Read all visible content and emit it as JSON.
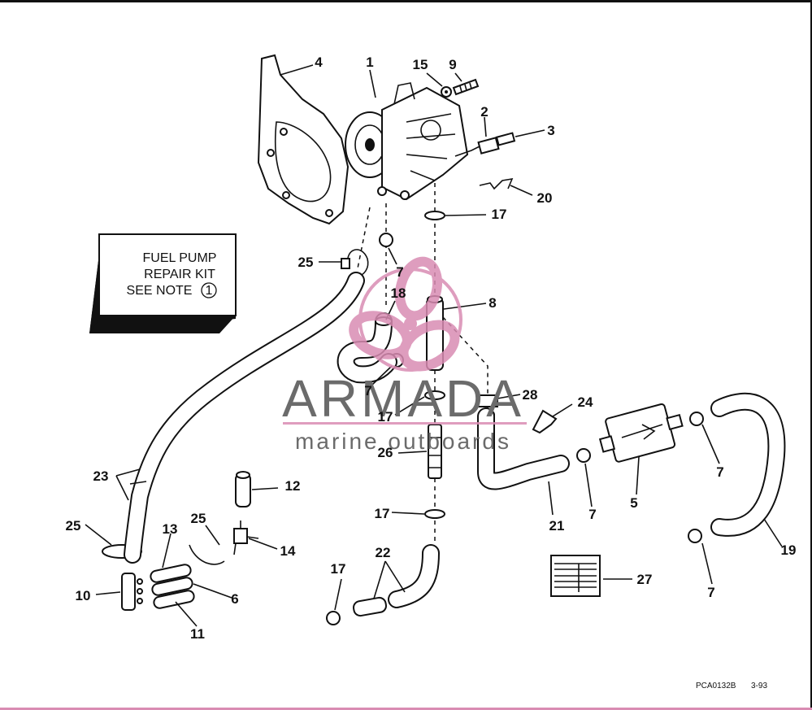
{
  "note_box": {
    "line1": "FUEL PUMP",
    "line2": "REPAIR KIT",
    "line3": "SEE NOTE",
    "note_number": "1"
  },
  "watermark": {
    "brand": "ARMADA",
    "tagline": "marine outboards",
    "accent_color": "#d98cb3"
  },
  "drawing_code": "PCA0132B",
  "drawing_date": "3-93",
  "callouts": {
    "c1": "1",
    "c2": "2",
    "c3": "3",
    "c4": "4",
    "c5": "5",
    "c6": "6",
    "c7a": "7",
    "c7b": "7",
    "c7c": "7",
    "c7d": "7",
    "c7e": "7",
    "c8": "8",
    "c9": "9",
    "c10": "10",
    "c11": "11",
    "c12": "12",
    "c13": "13",
    "c14": "14",
    "c15": "15",
    "c17a": "17",
    "c17b": "17",
    "c17c": "17",
    "c17d": "17",
    "c18": "18",
    "c19": "19",
    "c20": "20",
    "c21": "21",
    "c22": "22",
    "c23": "23",
    "c24": "24",
    "c25a": "25",
    "c25b": "25",
    "c25c": "25",
    "c26": "26",
    "c27": "27",
    "c28": "28"
  }
}
